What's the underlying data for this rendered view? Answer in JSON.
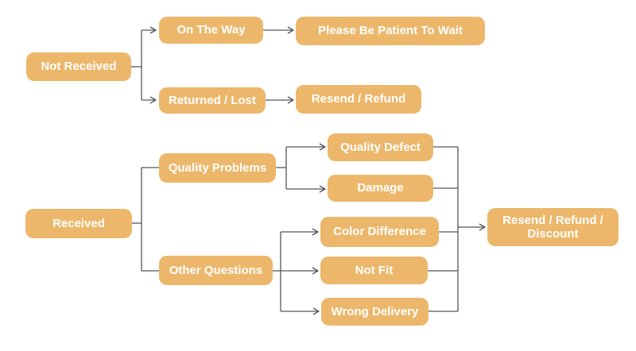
{
  "diagram": {
    "type": "flowchart",
    "background_color": "#FFFFFF",
    "node_fill_color": "#ECB76A",
    "node_text_color": "#FFFFFF",
    "line_color": "#55565A",
    "nodes": {
      "not_received": "Not Received",
      "on_the_way": "On The Way",
      "please_wait": "Please Be Patient To Wait",
      "returned_lost": "Returned / Lost",
      "resend_refund": "Resend / Refund",
      "received": "Received",
      "quality_problems": "Quality Problems",
      "other_questions": "Other Questions",
      "quality_defect": "Quality Defect",
      "damage": "Damage",
      "color_difference": "Color Difference",
      "not_fit": "Not Fit",
      "wrong_delivery": "Wrong Delivery",
      "resend_refund_discount": "Resend / Refund / Discount"
    },
    "edges": [
      {
        "from": "not_received",
        "to": "on_the_way",
        "arrowhead": true
      },
      {
        "from": "not_received",
        "to": "returned_lost",
        "arrowhead": true
      },
      {
        "from": "on_the_way",
        "to": "please_wait",
        "arrowhead": true
      },
      {
        "from": "returned_lost",
        "to": "resend_refund",
        "arrowhead": true
      },
      {
        "from": "received",
        "to": "quality_problems",
        "arrowhead": false
      },
      {
        "from": "received",
        "to": "other_questions",
        "arrowhead": false
      },
      {
        "from": "quality_problems",
        "to": "quality_defect",
        "arrowhead": true
      },
      {
        "from": "quality_problems",
        "to": "damage",
        "arrowhead": true
      },
      {
        "from": "other_questions",
        "to": "color_difference",
        "arrowhead": true
      },
      {
        "from": "other_questions",
        "to": "not_fit",
        "arrowhead": true
      },
      {
        "from": "other_questions",
        "to": "wrong_delivery",
        "arrowhead": true
      },
      {
        "from": "quality_defect",
        "to": "resend_refund_discount",
        "arrowhead": true
      },
      {
        "from": "damage",
        "to": "resend_refund_discount",
        "arrowhead": true
      },
      {
        "from": "color_difference",
        "to": "resend_refund_discount",
        "arrowhead": true
      },
      {
        "from": "not_fit",
        "to": "resend_refund_discount",
        "arrowhead": true
      },
      {
        "from": "wrong_delivery",
        "to": "resend_refund_discount",
        "arrowhead": true
      }
    ]
  }
}
